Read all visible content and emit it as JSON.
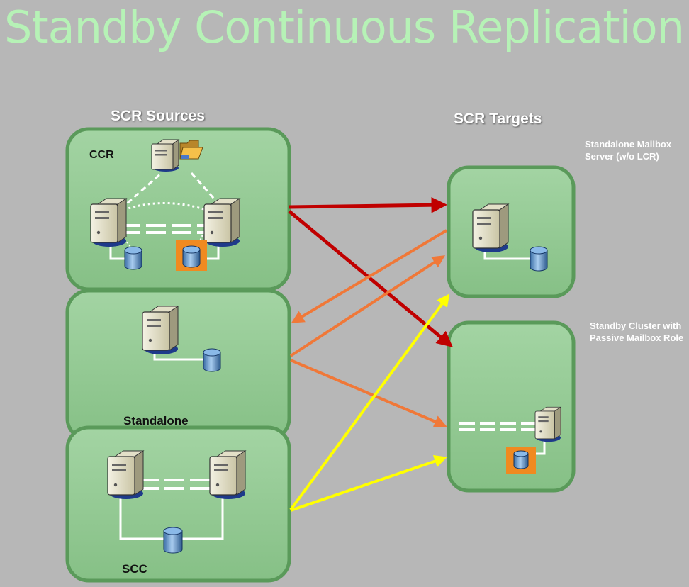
{
  "title": "Standby Continuous Replication",
  "sources": {
    "heading": "SCR Sources",
    "ccr_label": "CCR",
    "standalone_label": "Standalone",
    "scc_label": "SCC"
  },
  "targets": {
    "heading": "SCR Targets",
    "standalone_note": [
      "Standalone Mailbox",
      "Server (w/o LCR)"
    ],
    "cluster_note": [
      "Standby Cluster with",
      "Passive Mailbox Role"
    ]
  },
  "colors": {
    "background": "#b7b7b7",
    "box_fill": "#8fc88f",
    "box_border": "#5a9a5a",
    "title": "#b6f2b6",
    "arrow_ccr": "#c00000",
    "arrow_standalone": "#f07838",
    "arrow_scc": "#ffff00",
    "highlight": "#f08a20"
  },
  "icons": [
    "server-icon",
    "database-icon",
    "file-share-witness-icon",
    "folder-icon"
  ]
}
